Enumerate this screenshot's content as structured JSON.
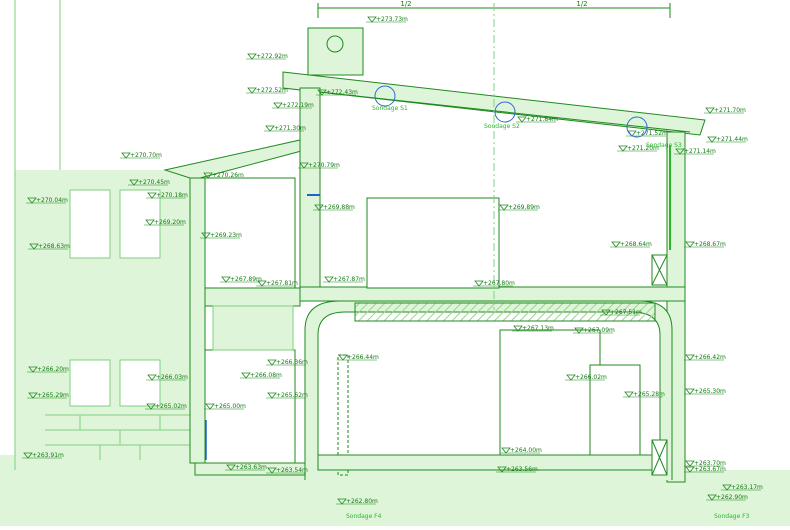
{
  "drawing": {
    "colors": {
      "line": "#1f8a1f",
      "light_line": "#7fd07f",
      "fill": "#dff5d9",
      "hatch": "#9bd48f",
      "probe": "#2e6bd6",
      "text": "#137a13",
      "blue_accent": "#1e63c8"
    },
    "dimension_labels": [
      "1/2",
      "1/2"
    ],
    "elevations": [
      "+273.73m",
      "+272.92m",
      "+272.52m",
      "+272.43m",
      "+272.19m",
      "+271.84m",
      "+271.70m",
      "+271.52m",
      "+271.44m",
      "+271.30m",
      "+271.20m",
      "+271.14m",
      "+270.79m",
      "+270.70m",
      "+270.45m",
      "+270.26m",
      "+270.18m",
      "+270.04m",
      "+269.88m",
      "+269.89m",
      "+269.20m",
      "+269.23m",
      "+268.64m",
      "+268.67m",
      "+268.63m",
      "+267.89m",
      "+267.87m",
      "+267.81m",
      "+267.80m",
      "+267.51m",
      "+267.13m",
      "+267.09m",
      "+266.44m",
      "+266.42m",
      "+266.36m",
      "+266.20m",
      "+266.08m",
      "+266.03m",
      "+266.02m",
      "+265.62m",
      "+265.29m",
      "+265.30m",
      "+265.28m",
      "+265.02m",
      "+265.00m",
      "+264.00m",
      "+263.91m",
      "+263.70m",
      "+263.67m",
      "+263.63m",
      "+263.56m",
      "+263.54m",
      "+263.17m",
      "+262.90m",
      "+262.80m"
    ],
    "sondages": [
      "Sondage S1",
      "Sondage S2",
      "Sondage S3",
      "Sondage F4",
      "Sondage F3"
    ],
    "icons": [
      "probe-circle-icon",
      "vent-circle-icon",
      "level-marker-icon"
    ]
  }
}
